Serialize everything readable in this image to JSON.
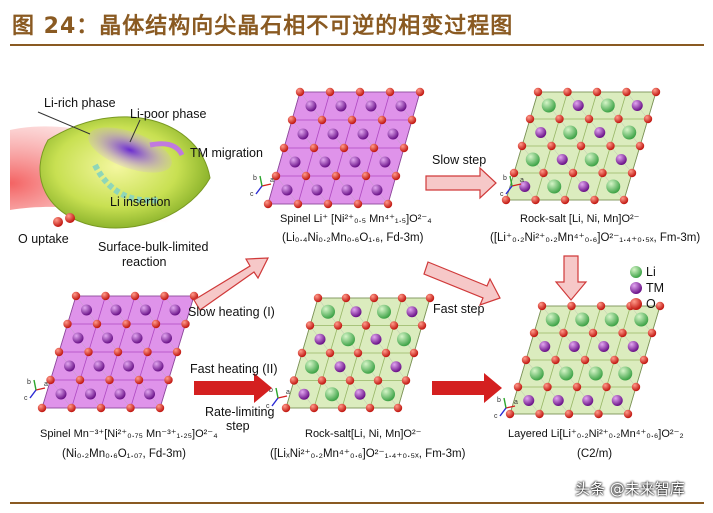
{
  "header": {
    "title": "图 24：晶体结构向尖晶石相不可逆的相变过程图"
  },
  "colors": {
    "title": "#8a5a22",
    "li": "#5cc160",
    "tm": "#8a2aa8",
    "o": "#d9221c",
    "spinel_fill": "#c43ad8",
    "rocksalt_fill": "#cfe6a8",
    "arrow_fill": "#f6c8c8",
    "arrow_stroke": "#d03a3a",
    "arrow_solid": "#d42020"
  },
  "legend": {
    "items": [
      {
        "label": "Li",
        "color": "#5cc160"
      },
      {
        "label": "TM",
        "color": "#8a2aa8"
      },
      {
        "label": "O",
        "color": "#d9221c"
      }
    ]
  },
  "inset": {
    "li_rich": "Li-rich phase",
    "li_poor": "Li-poor phase",
    "tm_migration": "TM migration",
    "li_insertion": "Li insertion",
    "o_uptake": "O uptake",
    "caption_line1": "Surface-bulk-limited",
    "caption_line2": "reaction"
  },
  "arrows": {
    "slow_step": "Slow step",
    "fast_step": "Fast step",
    "slow_heating": "Slow heating (I)",
    "fast_heating": "Fast heating (II)",
    "rate_limiting_1": "Rate-limiting",
    "rate_limiting_2": "step"
  },
  "structures": {
    "spinel_top": {
      "line1": "Spinel Li⁺ [Ni²⁺₀.₅ Mn⁴⁺₁.₅]O²⁻₄",
      "line2": "(Li₀.₄Ni₀.₂Mn₀.₆O₁.₆, Fd-3m)"
    },
    "rocksalt_top": {
      "line1": "Rock-salt [Li, Ni, Mn]O²⁻",
      "line2": "([Li⁺₀.₂Ni²⁺₀.₂Mn⁴⁺₀.₆]O²⁻₁.₄₊₀.₅ₓ, Fm-3m)"
    },
    "spinel_bottom": {
      "line1": "Spinel Mn⁻³⁺[Ni²⁺₀.₇₅ Mn⁻³⁺₁.₂₅]O²⁻₄",
      "line2": "(Ni₀.₂Mn₀.₆O₁.₀₇, Fd-3m)"
    },
    "rocksalt_bottom": {
      "line1": "Rock-salt[Li, Ni, Mn]O²⁻",
      "line2": "([LiₓNi²⁺₀.₂Mn⁴⁺₀.₆]O²⁻₁.₄₊₀.₅ₓ, Fm-3m)"
    },
    "layered": {
      "line1": "Layered Li[Li⁺₀.₂Ni²⁺₀.₂Mn⁴⁺₀.₆]O²⁻₂",
      "line2": "(C2/m)"
    }
  },
  "axes_labels": {
    "a": "a",
    "b": "b",
    "c": "c"
  },
  "watermark": "头条 @未来智库"
}
